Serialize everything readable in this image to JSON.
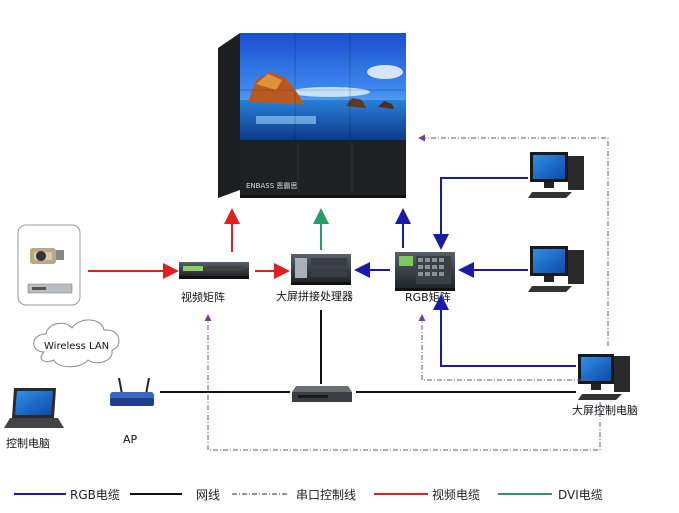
{
  "labels": {
    "video_matrix": "视频矩阵",
    "processor": "大屏拼接处理器",
    "rgb_matrix": "RGB矩阵",
    "control_pc": "控制电脑",
    "ap": "AP",
    "screen_control_pc": "大屏控制电脑",
    "wireless_lan": "Wireless  LAN",
    "brand": "ENBASS 恩霸思"
  },
  "legend": [
    {
      "label": "RGB电缆",
      "color": "#1a1aa8",
      "style": "solid"
    },
    {
      "label": "网线",
      "color": "#111111",
      "style": "solid"
    },
    {
      "label": "串口控制线",
      "color": "#555555",
      "style": "dashdot"
    },
    {
      "label": "视频电缆",
      "color": "#e02020",
      "style": "solid"
    },
    {
      "label": "DVI电缆",
      "color": "#2a9a6a",
      "style": "solid"
    }
  ],
  "colors": {
    "rgb": "#1a1aa8",
    "lan": "#111111",
    "serial": "#7a4a8a",
    "video": "#e02020",
    "dvi": "#2a9a6a"
  }
}
